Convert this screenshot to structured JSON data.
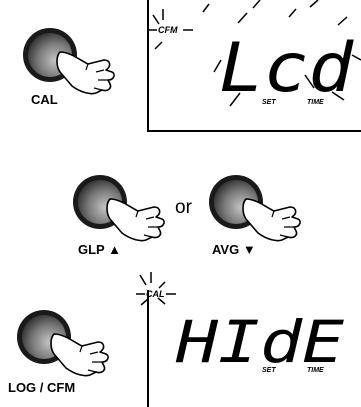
{
  "step1": {
    "button_label": "CAL",
    "indicator": "CFM",
    "display_text": "Lcd",
    "set_label": "SET",
    "time_label": "TIME"
  },
  "step2": {
    "left_button_label": "GLP ▲",
    "connector": "or",
    "right_button_label": "AVG ▼"
  },
  "step3": {
    "button_label": "LOG / CFM",
    "indicator": "CAL",
    "display_text": "HIdE",
    "set_label": "SET",
    "time_label": "TIME"
  },
  "colors": {
    "button_dark": "#2b2b2b",
    "button_light": "#bdbdbd",
    "line": "#000000"
  }
}
